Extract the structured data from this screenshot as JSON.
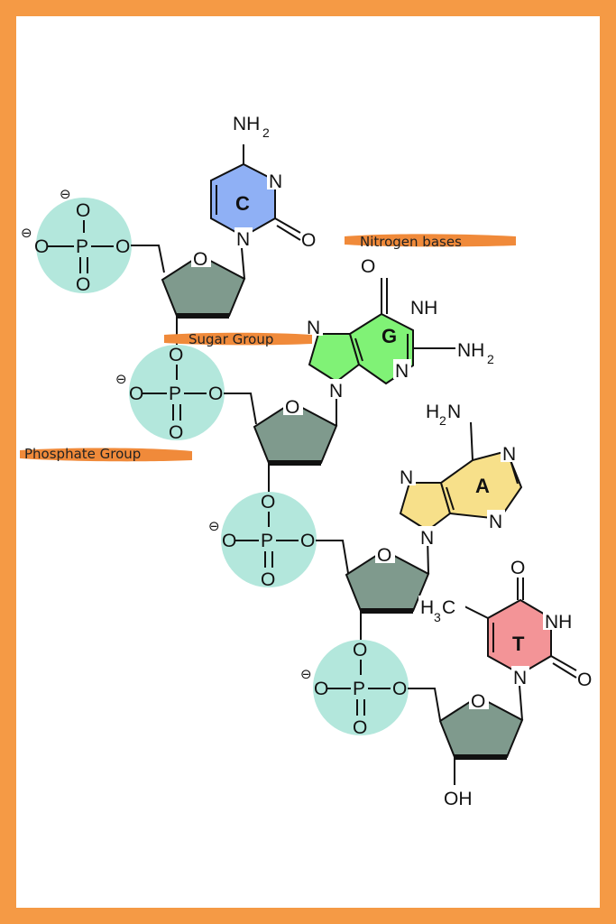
{
  "labels": {
    "nitrogen_bases": "Nitrogen bases",
    "sugar_group": "Sugar Group",
    "phosphate_group": "Phosphate Group"
  },
  "bases": {
    "c": "C",
    "g": "G",
    "a": "A",
    "t": "T"
  },
  "atoms": {
    "O": "O",
    "P": "P",
    "N": "N",
    "NH": "NH",
    "NH2_main": "NH",
    "H2N_main": "H",
    "H3C_main": "H",
    "OH": "OH",
    "sub2": "2",
    "sub3": "3",
    "C": "C",
    "minus": "⊖"
  },
  "colors": {
    "frame": "#f59a45",
    "phosphate": "#b3e7dc",
    "sugar": "#7f9a8d",
    "cytosine": "#8fb0f5",
    "guanine": "#80f276",
    "adenine": "#f7e08a",
    "thymine": "#f39497",
    "highlight": "#f08a3a"
  }
}
